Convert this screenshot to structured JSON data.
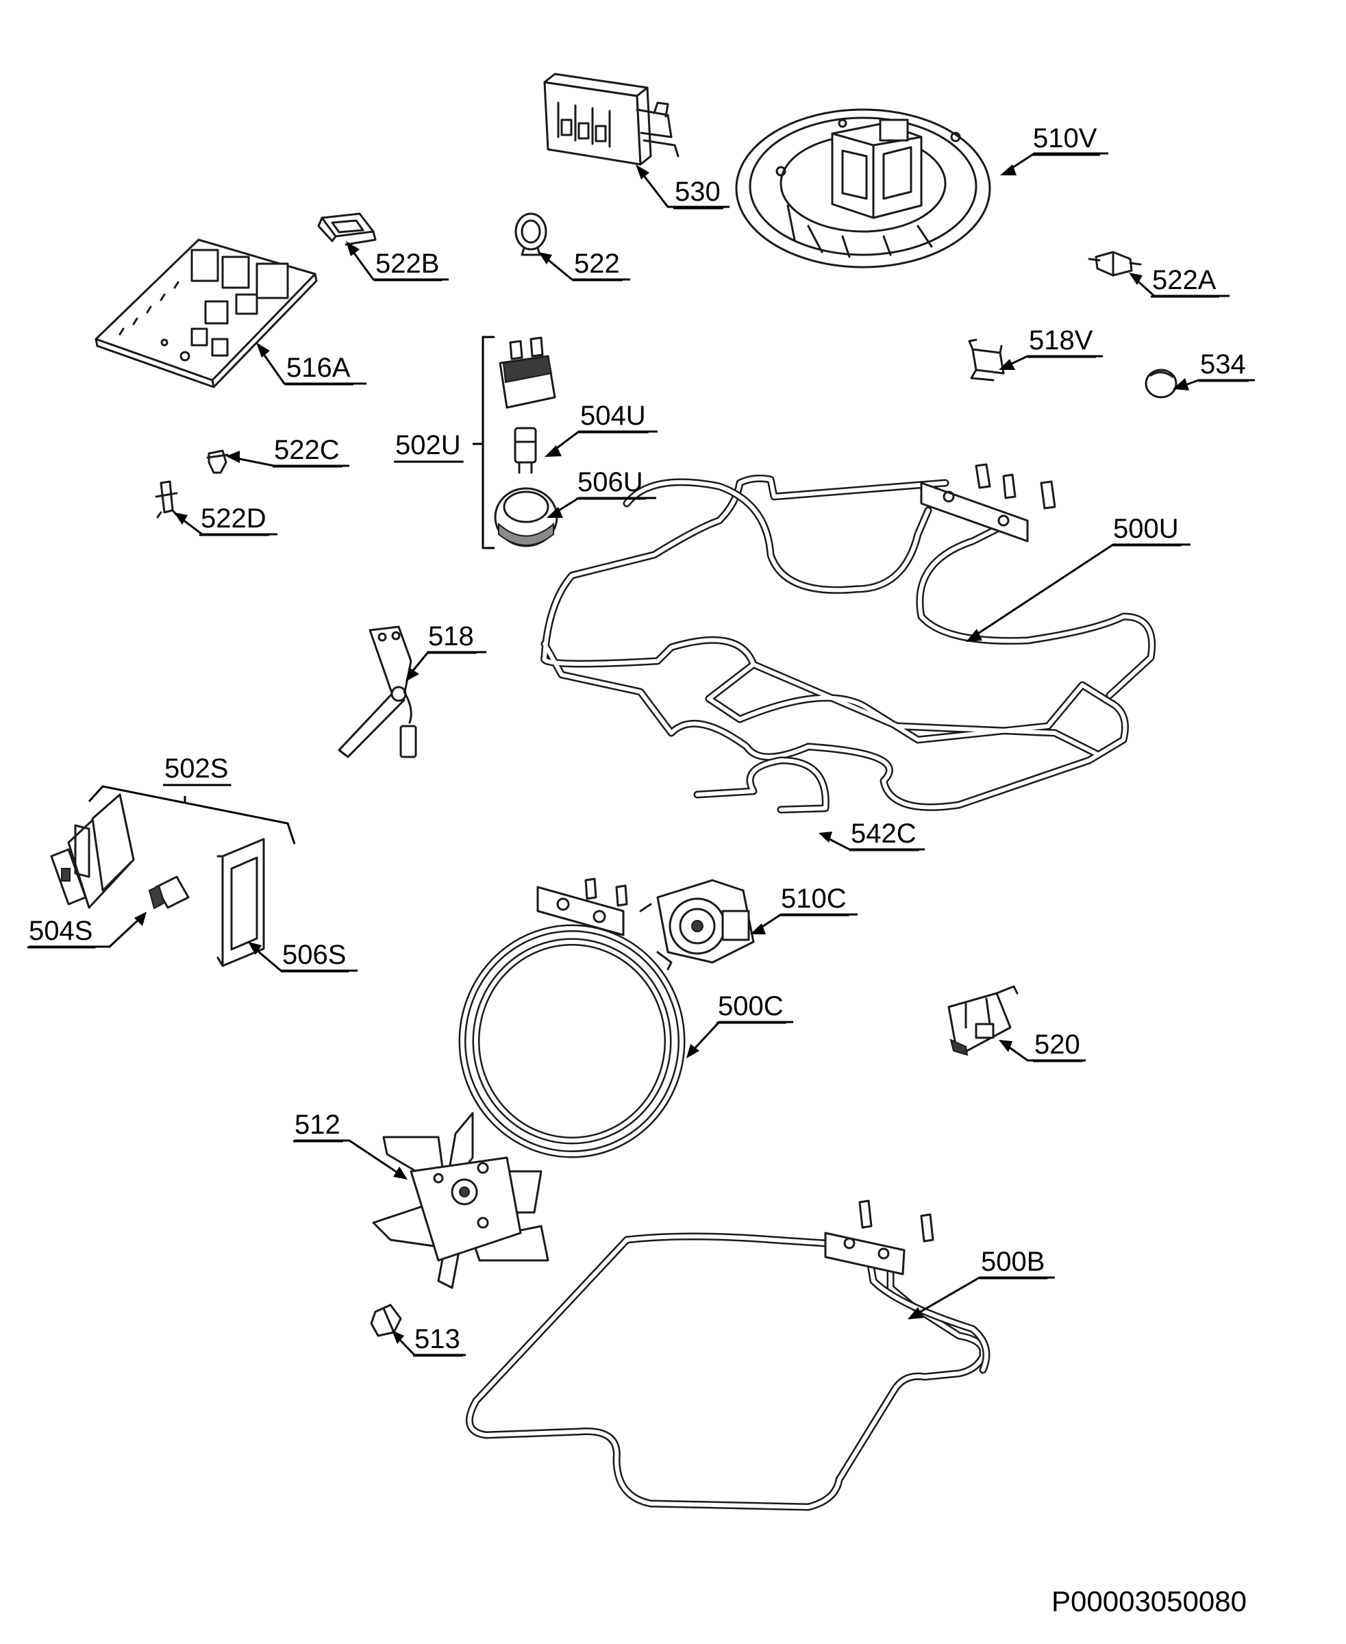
{
  "drawing_code": "P00003050080",
  "callouts": {
    "c_530": "530",
    "c_510V": "510V",
    "c_522B": "522B",
    "c_522": "522",
    "c_522A": "522A",
    "c_516A": "516A",
    "c_518V": "518V",
    "c_534": "534",
    "c_502U": "502U",
    "c_504U": "504U",
    "c_506U": "506U",
    "c_522C": "522C",
    "c_522D": "522D",
    "c_500U": "500U",
    "c_518": "518",
    "c_502S": "502S",
    "c_542C": "542C",
    "c_510C": "510C",
    "c_504S": "504S",
    "c_506S": "506S",
    "c_500C": "500C",
    "c_520": "520",
    "c_512": "512",
    "c_500B": "500B",
    "c_513": "513"
  }
}
